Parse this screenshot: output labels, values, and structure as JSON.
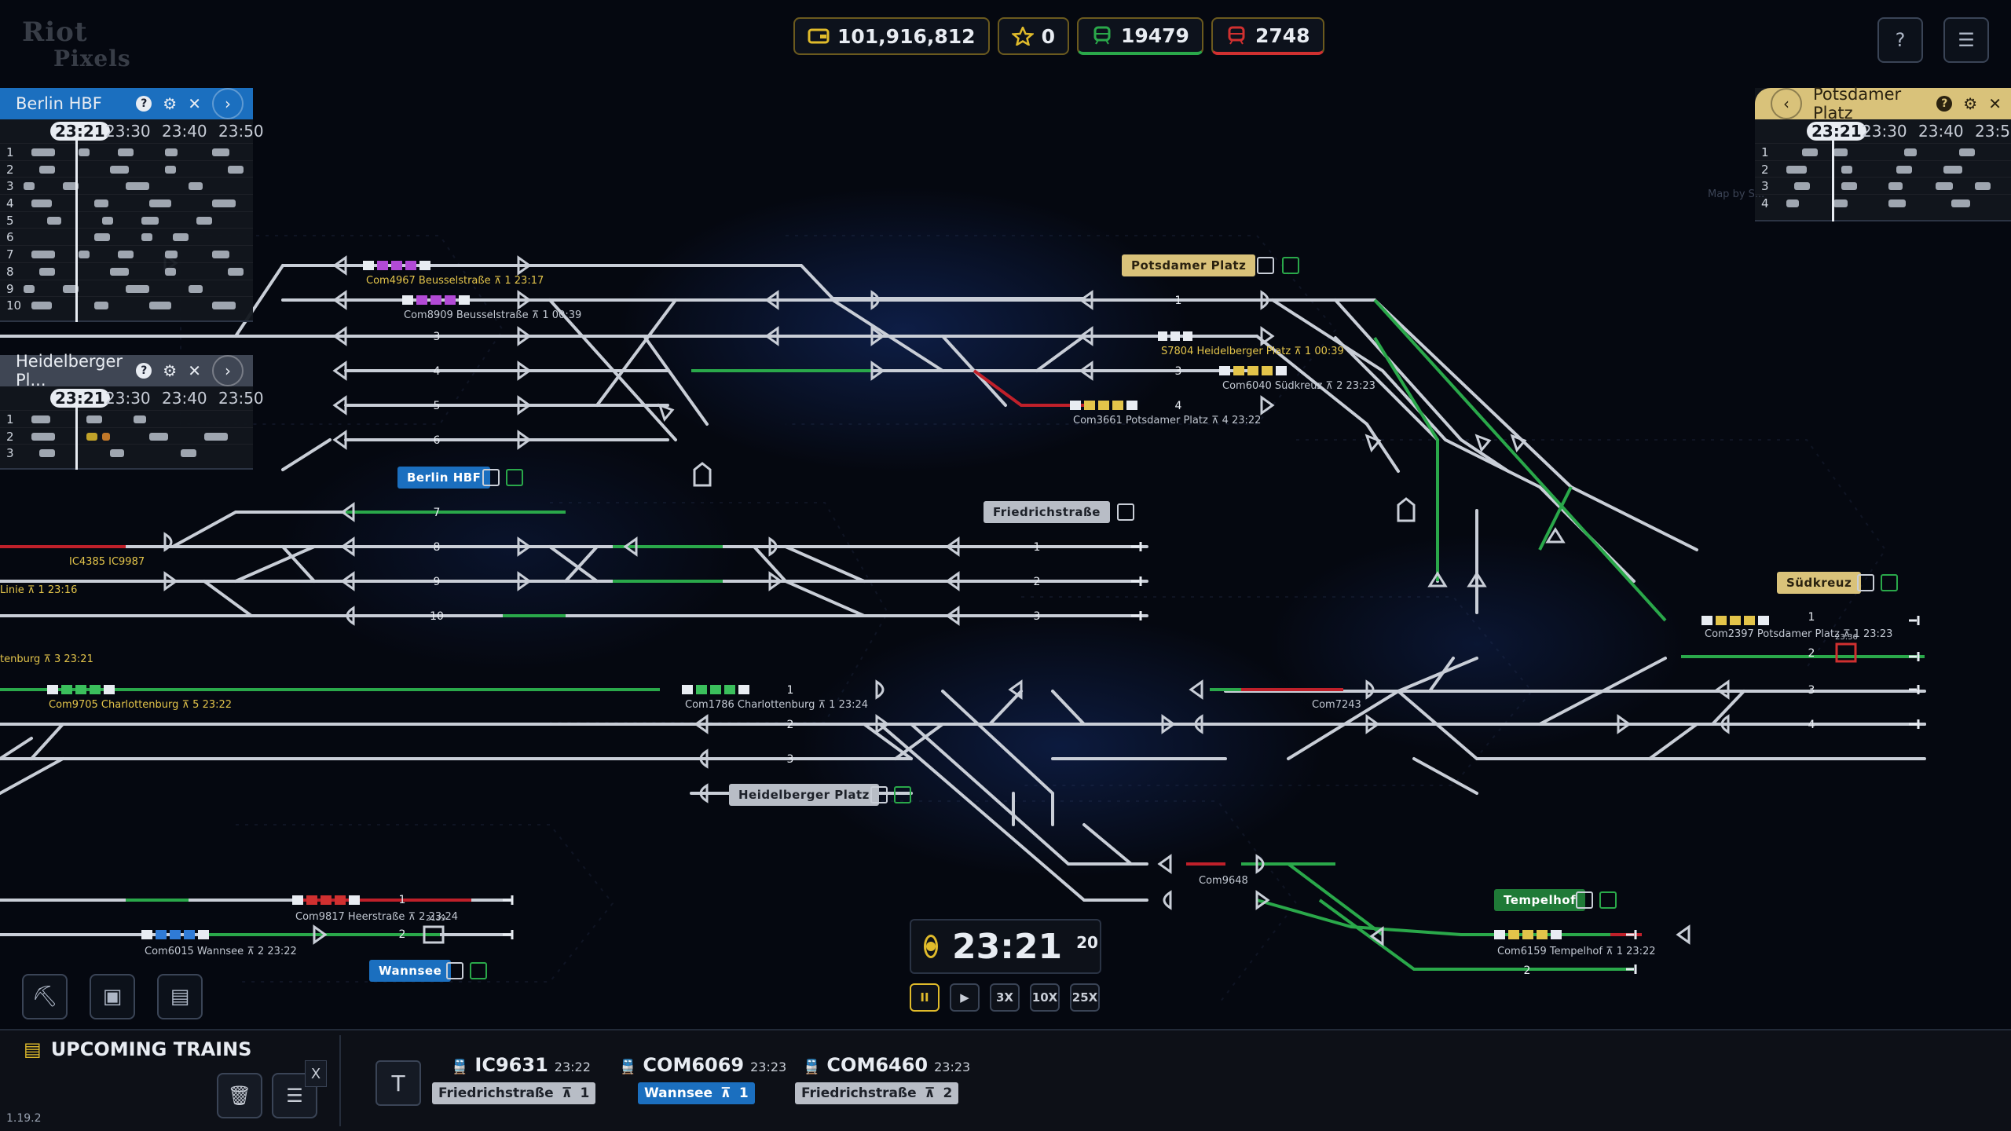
{
  "logo": {
    "line1": "Riot",
    "line2": "Pixels"
  },
  "stats": {
    "money": "101,916,812",
    "stars": "0",
    "trains_green": "19479",
    "trains_red": "2748"
  },
  "top_buttons": {
    "help": "?",
    "menu": "☰"
  },
  "panels": {
    "berlin": {
      "title": "Berlin HBF",
      "now": "23:21",
      "t1": "23:30",
      "t2": "23:40",
      "t3": "23:50",
      "rows": [
        "1",
        "2",
        "3",
        "4",
        "5",
        "6",
        "7",
        "8",
        "9",
        "10"
      ]
    },
    "heidelberger": {
      "title": "Heidelberger Pl...",
      "now": "23:21",
      "t1": "23:30",
      "t2": "23:40",
      "t3": "23:50",
      "rows": [
        "1",
        "2",
        "3"
      ]
    },
    "potsdamer": {
      "title": "Potsdamer Platz",
      "now": "23:21",
      "t1": "23:30",
      "t2": "23:40",
      "t3": "23:50",
      "rows": [
        "1",
        "2",
        "3",
        "4"
      ]
    }
  },
  "stations": {
    "potsdamer": "Potsdamer Platz",
    "berlin": "Berlin HBF",
    "friedrich": "Friedrichstraße",
    "sudkreuz": "Südkreuz",
    "heidelberger": "Heidelberger Platz",
    "tempelhof": "Tempelhof",
    "wannsee": "Wannsee",
    "map_hint": "Map by S..."
  },
  "train_labels": {
    "com4967": "Com4967  Beusselstraße  ⊼ 1 23:17",
    "com8909": "Com8909  Beusselstraße  ⊼ 1 00:39",
    "s7804": "S7804  Heidelberger Platz  ⊼ 1 00:39",
    "com6040": "Com6040  Südkreuz  ⊼ 2 23:23",
    "com3661": "Com3661  Potsdamer Platz  ⊼ 4 23:22",
    "ic4385": "IC4385 IC9987",
    "linie": "Linie  ⊼ 1 23:16",
    "charlott": "tenburg  ⊼ 3 23:21",
    "com9705": "Com9705  Charlottenburg  ⊼ 5 23:22",
    "com1786": "Com1786  Charlottenburg  ⊼ 1 23:24",
    "com7243": "Com7243",
    "com2397": "Com2397  Potsdamer Platz  ⊼ 1 23:23",
    "com9648": "Com9648",
    "com9817": "Com9817  Heerstraße  ⊼ 2 23:24",
    "com6015": "Com6015  Wannsee  ⊼ 2 23:22",
    "com6159": "Com6159  Tempelhof  ⊼ 1 23:22",
    "t2139": "2139",
    "t2336": "23:36"
  },
  "clock": {
    "time": "23:21",
    "seconds": "20"
  },
  "speeds": [
    "II",
    "▶",
    "3X",
    "10X",
    "25X"
  ],
  "upcoming": {
    "title": "UPCOMING TRAINS",
    "close": "X",
    "filter_label": "T",
    "trains": [
      {
        "id": "IC9631",
        "time": "23:22",
        "dest": "Friedrichstraße",
        "platform": "1",
        "style": "gray"
      },
      {
        "id": "COM6069",
        "time": "23:23",
        "dest": "Wannsee",
        "platform": "1",
        "style": "blue"
      },
      {
        "id": "COM6460",
        "time": "23:23",
        "dest": "Friedrichstraße",
        "platform": "2",
        "style": "gray"
      }
    ]
  },
  "version": "1.19.2",
  "colors": {
    "accent_gold": "#e0bb2b",
    "track": "#c9ced7",
    "green_route": "#2aa84a",
    "red_route": "#c0202a",
    "blue_panel": "#1b6fbf"
  }
}
